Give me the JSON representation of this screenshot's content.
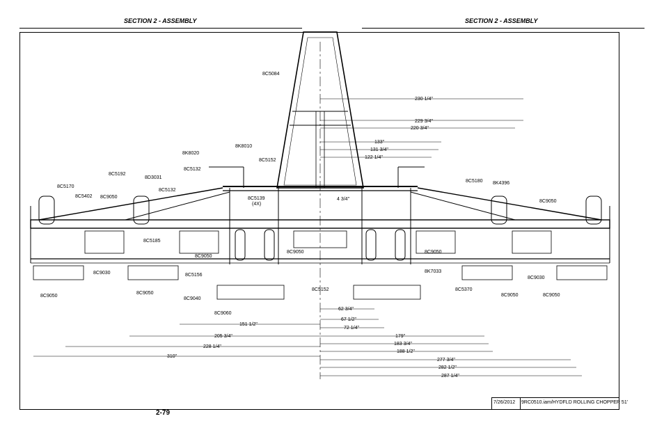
{
  "header": {
    "left": "SECTION 2 - ASSEMBLY",
    "right": "SECTION 2 - ASSEMBLY"
  },
  "footer": {
    "page_number": "2-79",
    "date": "7/26/2012",
    "file": "9RC0510.iam/HYDFLD ROLLING CHOPPER 51'"
  },
  "part_labels": [
    "8C5084",
    "8K8020",
    "8K8010",
    "8C5152",
    "8C5132",
    "8C5192",
    "8D3031",
    "8C5132",
    "8C5170",
    "8C5402",
    "8C9050",
    "8C5139",
    "(4X)",
    "8C5180",
    "8K4396",
    "8C9050",
    "8C5185",
    "8C9050",
    "8C9050",
    "8C9050",
    "8C9030",
    "8C9050",
    "8C9050",
    "8C5156",
    "8C9040",
    "8C9060",
    "8C5152",
    "8K7033",
    "8C5370",
    "8C9030",
    "8C9050",
    "8C9050"
  ],
  "dimensions": [
    "230 1/4\"",
    "229 3/4\"",
    "220 3/4\"",
    "133\"",
    "131 3/4\"",
    "122 1/4\"",
    "4 3/4\"",
    "62 3/4\"",
    "67 1/2\"",
    "72 1/4\"",
    "151 1/2\"",
    "179\"",
    "205 3/4\"",
    "183 3/4\"",
    "228 1/4\"",
    "188 1/2\"",
    "310\"",
    "277 3/4\"",
    "282 1/2\"",
    "287 1/4\""
  ]
}
